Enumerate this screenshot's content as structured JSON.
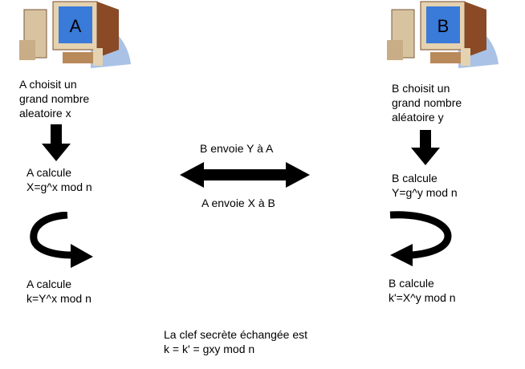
{
  "computer_a": {
    "label": "A",
    "choose": [
      "A choisit un",
      "grand nombre",
      "aleatoire x"
    ],
    "calc1": [
      "A calcule",
      "X=g^x mod n"
    ],
    "calc2": [
      "A calcule",
      "k=Y^x mod n"
    ]
  },
  "computer_b": {
    "label": "B",
    "choose": [
      "B choisit un",
      "grand nombre",
      "aléatoire y"
    ],
    "calc1": [
      "B calcule",
      "Y=g^y mod n"
    ],
    "calc2": [
      "B calcule",
      "k'=X^y mod n"
    ]
  },
  "exchange": {
    "top": "B envoie Y à A",
    "bottom": "A envoie X à B"
  },
  "conclusion": [
    "La clef secrète échangée est",
    "k = k' = gxy mod n"
  ]
}
